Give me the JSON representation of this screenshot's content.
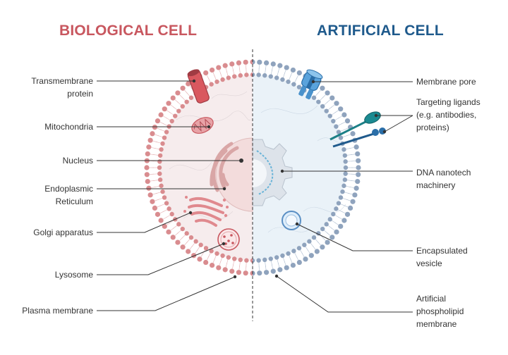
{
  "titles": {
    "biological": "BIOLOGICAL CELL",
    "artificial": "ARTIFICIAL CELL"
  },
  "colors": {
    "biological": "#c8575f",
    "artificial": "#1f5a8c",
    "bio_lipid_head": "#d98c8f",
    "art_lipid_head": "#8fa3bd",
    "bio_fill": "#f6eced",
    "art_fill": "#eaf2f8",
    "leader_line": "#333333"
  },
  "labels_left": {
    "transmembrane_protein": "Transmembrane\nprotein",
    "mitochondria": "Mitochondria",
    "nucleus": "Nucleus",
    "endoplasmic_reticulum": "Endoplasmic\nReticulum",
    "golgi_apparatus": "Golgi apparatus",
    "lysosome": "Lysosome",
    "plasma_membrane": "Plasma membrane"
  },
  "labels_right": {
    "membrane_pore": "Membrane pore",
    "targeting_ligands": "Targeting ligands\n(e.g. antibodies,\nproteins)",
    "dna_nanotech": "DNA nanotech\nmachinery",
    "encapsulated_vesicle": "Encapsulated\nvesicle",
    "artificial_membrane": "Artificial\nphospholipid\nmembrane"
  }
}
